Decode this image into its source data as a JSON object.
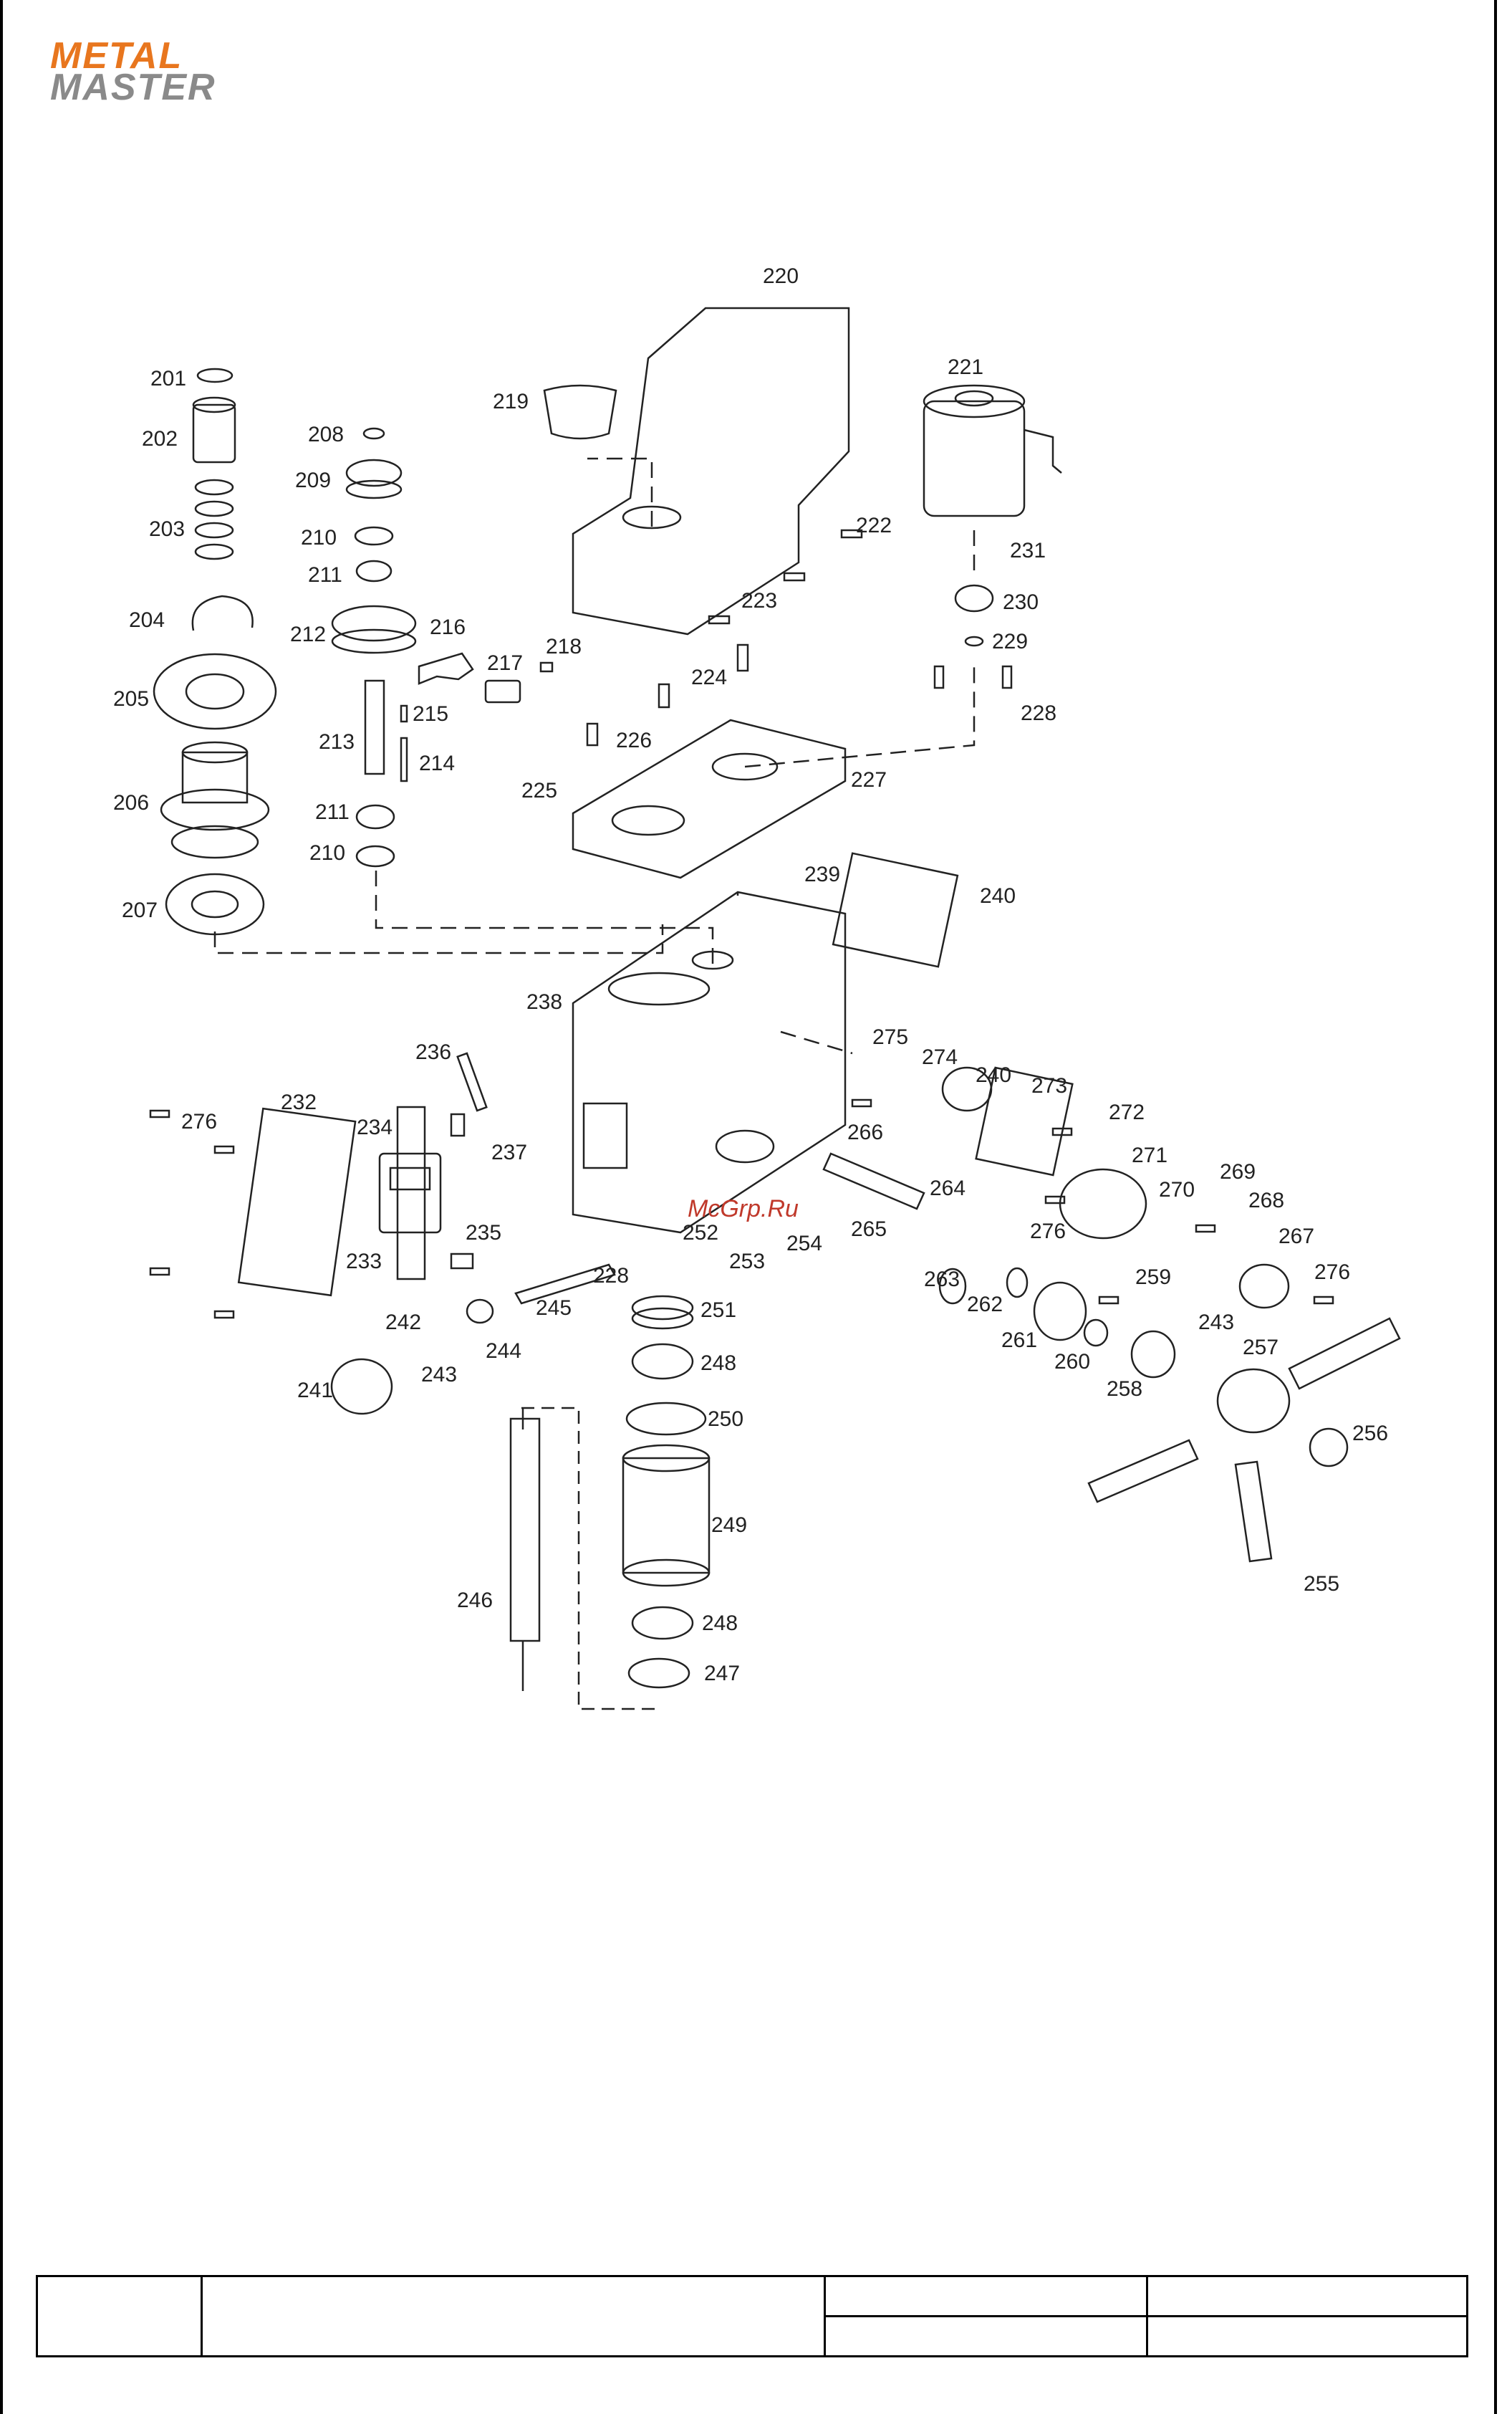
{
  "logo": {
    "line1": "METAL",
    "line2": "MASTER",
    "color1": "#e8761e",
    "color2": "#8a8a8a"
  },
  "watermark": "McGrp.Ru",
  "parts": [
    "201",
    "202",
    "203",
    "204",
    "205",
    "206",
    "207",
    "208",
    "209",
    "210",
    "211",
    "212",
    "213",
    "214",
    "215",
    "216",
    "217",
    "218",
    "219",
    "220",
    "221",
    "222",
    "223",
    "224",
    "225",
    "226",
    "227",
    "228",
    "229",
    "230",
    "231",
    "232",
    "233",
    "234",
    "235",
    "236",
    "237",
    "238",
    "239",
    "240",
    "241",
    "242",
    "243",
    "244",
    "245",
    "246",
    "247",
    "248",
    "249",
    "250",
    "251",
    "252",
    "253",
    "254",
    "255",
    "256",
    "257",
    "258",
    "259",
    "260",
    "261",
    "262",
    "263",
    "264",
    "265",
    "266",
    "267",
    "268",
    "269",
    "270",
    "271",
    "272",
    "273",
    "274",
    "275",
    "276"
  ],
  "labels": [
    {
      "t": "201"
    },
    {
      "t": "202"
    },
    {
      "t": "203"
    },
    {
      "t": "204"
    },
    {
      "t": "205"
    },
    {
      "t": "206"
    },
    {
      "t": "207"
    },
    {
      "t": "208"
    },
    {
      "t": "209"
    },
    {
      "t": "210"
    },
    {
      "t": "211"
    },
    {
      "t": "212"
    },
    {
      "t": "213"
    },
    {
      "t": "215"
    },
    {
      "t": "214"
    },
    {
      "t": "211"
    },
    {
      "t": "210"
    },
    {
      "t": "216"
    },
    {
      "t": "217"
    },
    {
      "t": "218"
    },
    {
      "t": "219"
    },
    {
      "t": "220"
    },
    {
      "t": "221"
    },
    {
      "t": "222"
    },
    {
      "t": "223"
    },
    {
      "t": "224"
    },
    {
      "t": "231"
    },
    {
      "t": "230"
    },
    {
      "t": "229"
    },
    {
      "t": "228"
    },
    {
      "t": "226"
    },
    {
      "t": "225"
    },
    {
      "t": "227"
    },
    {
      "t": "239"
    },
    {
      "t": "240"
    },
    {
      "t": "238"
    },
    {
      "t": "275"
    },
    {
      "t": "274"
    },
    {
      "t": "240"
    },
    {
      "t": "273"
    },
    {
      "t": "272"
    },
    {
      "t": "271"
    },
    {
      "t": "236"
    },
    {
      "t": "232"
    },
    {
      "t": "276"
    },
    {
      "t": "234"
    },
    {
      "t": "237"
    },
    {
      "t": "266"
    },
    {
      "t": "264"
    },
    {
      "t": "270"
    },
    {
      "t": "269"
    },
    {
      "t": "268"
    },
    {
      "t": "252"
    },
    {
      "t": "254"
    },
    {
      "t": "265"
    },
    {
      "t": "276"
    },
    {
      "t": "267"
    },
    {
      "t": "235"
    },
    {
      "t": "253"
    },
    {
      "t": "233"
    },
    {
      "t": "228"
    },
    {
      "t": "245"
    },
    {
      "t": "263"
    },
    {
      "t": "259"
    },
    {
      "t": "276"
    },
    {
      "t": "242"
    },
    {
      "t": "244"
    },
    {
      "t": "251"
    },
    {
      "t": "262"
    },
    {
      "t": "243"
    },
    {
      "t": "241"
    },
    {
      "t": "243"
    },
    {
      "t": "248"
    },
    {
      "t": "261"
    },
    {
      "t": "260"
    },
    {
      "t": "257"
    },
    {
      "t": "258"
    },
    {
      "t": "250"
    },
    {
      "t": "256"
    },
    {
      "t": "249"
    },
    {
      "t": "246"
    },
    {
      "t": "248"
    },
    {
      "t": "255"
    },
    {
      "t": "247"
    }
  ]
}
